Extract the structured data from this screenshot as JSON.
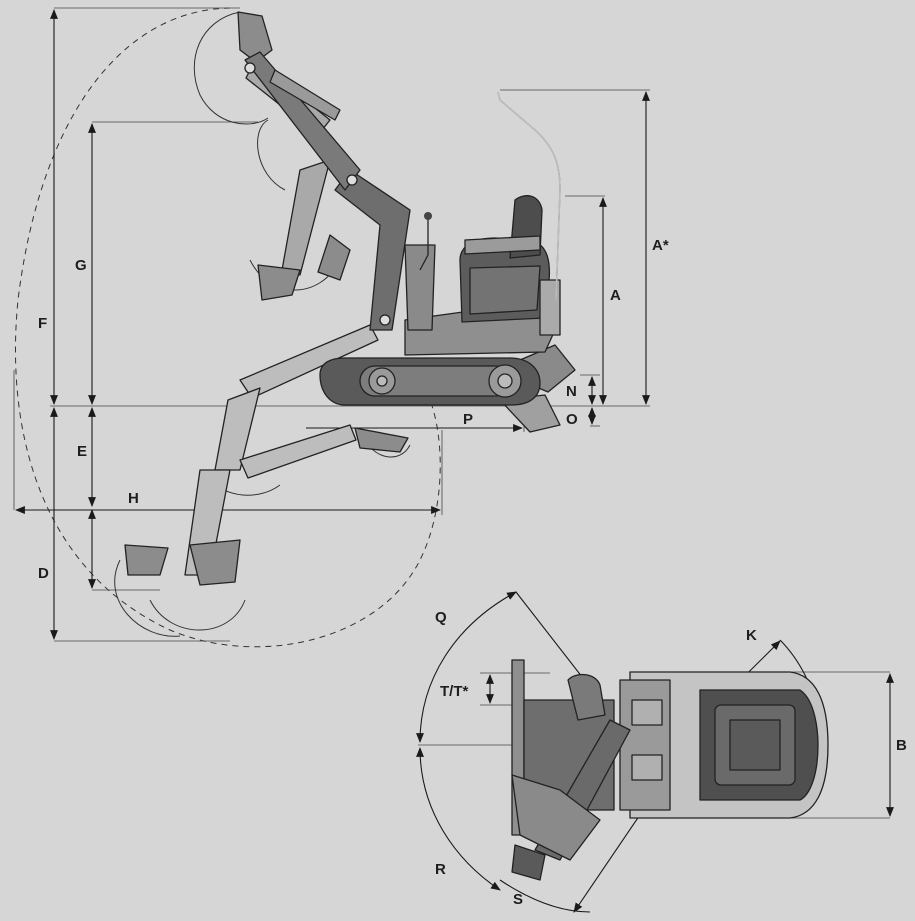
{
  "colors": {
    "background": "#d6d6d6",
    "ink": "#1a1a1a",
    "machine_dark": "#5a5a5a",
    "machine_mid": "#8c8c8c",
    "machine_light": "#bdbdbd"
  },
  "labels": {
    "A_star": "A*",
    "A": "A",
    "F": "F",
    "G": "G",
    "E": "E",
    "H": "H",
    "D": "D",
    "N": "N",
    "O": "O",
    "P": "P",
    "Q": "Q",
    "R": "R",
    "S": "S",
    "K": "K",
    "T": "T/T*",
    "B": "B"
  }
}
